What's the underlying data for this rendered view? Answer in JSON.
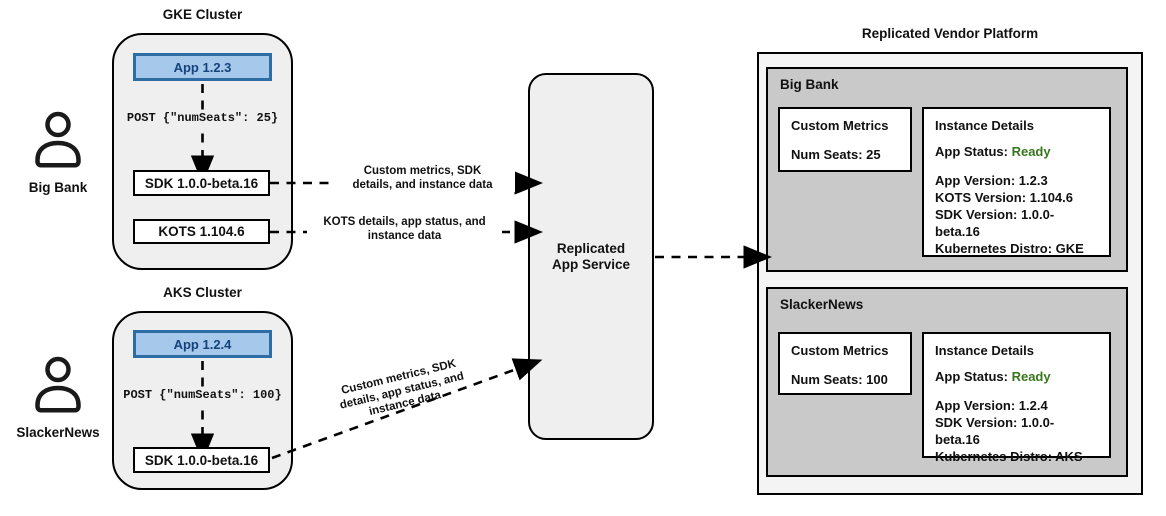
{
  "diagram": {
    "clusters": [
      {
        "title": "GKE Cluster",
        "actor": "Big Bank",
        "app": "App 1.2.3",
        "post": "POST {\"numSeats\": 25}",
        "sdk": "SDK 1.0.0-beta.16",
        "kots": "KOTS 1.104.6"
      },
      {
        "title": "AKS Cluster",
        "actor": "SlackerNews",
        "app": "App 1.2.4",
        "post": "POST {\"numSeats\": 100}",
        "sdk": "SDK 1.0.0-beta.16"
      }
    ],
    "service": {
      "line1": "Replicated",
      "line2": "App Service"
    },
    "arrow_labels": [
      {
        "lines": [
          "Custom metrics, SDK",
          "details, and instance data"
        ]
      },
      {
        "lines": [
          "KOTS details, app status, and",
          "instance data"
        ]
      },
      {
        "lines": [
          "Custom metrics, SDK",
          "details, app status, and",
          "instance data"
        ]
      }
    ],
    "platform": {
      "title": "Replicated Vendor Platform",
      "tenants": [
        {
          "name": "Big Bank",
          "custom_metrics": {
            "title": "Custom Metrics",
            "metric": "Num Seats: 25"
          },
          "instance_details": {
            "title": "Instance Details",
            "status_label": "App Status:",
            "status_value": "Ready",
            "lines": [
              "App Version: 1.2.3",
              "KOTS Version: 1.104.6",
              "SDK Version: 1.0.0-beta.16",
              "Kubernetes Distro: GKE"
            ]
          }
        },
        {
          "name": "SlackerNews",
          "custom_metrics": {
            "title": "Custom Metrics",
            "metric": "Num Seats: 100"
          },
          "instance_details": {
            "title": "Instance Details",
            "status_label": "App Status:",
            "status_value": "Ready",
            "lines": [
              "App Version: 1.2.4",
              "SDK Version: 1.0.0-beta.16",
              "Kubernetes Distro: AKS"
            ]
          }
        }
      ]
    },
    "colors": {
      "app_box_fill": "#a6c8ea",
      "app_box_border": "#2e6da4",
      "app_box_text": "#15437c",
      "status_ready_green": "#38761d",
      "cluster_fill": "#efefef",
      "tenant_panel_fill": "#c9c9c9",
      "platform_fill": "#f4f4f4",
      "line_color": "#000000"
    }
  }
}
